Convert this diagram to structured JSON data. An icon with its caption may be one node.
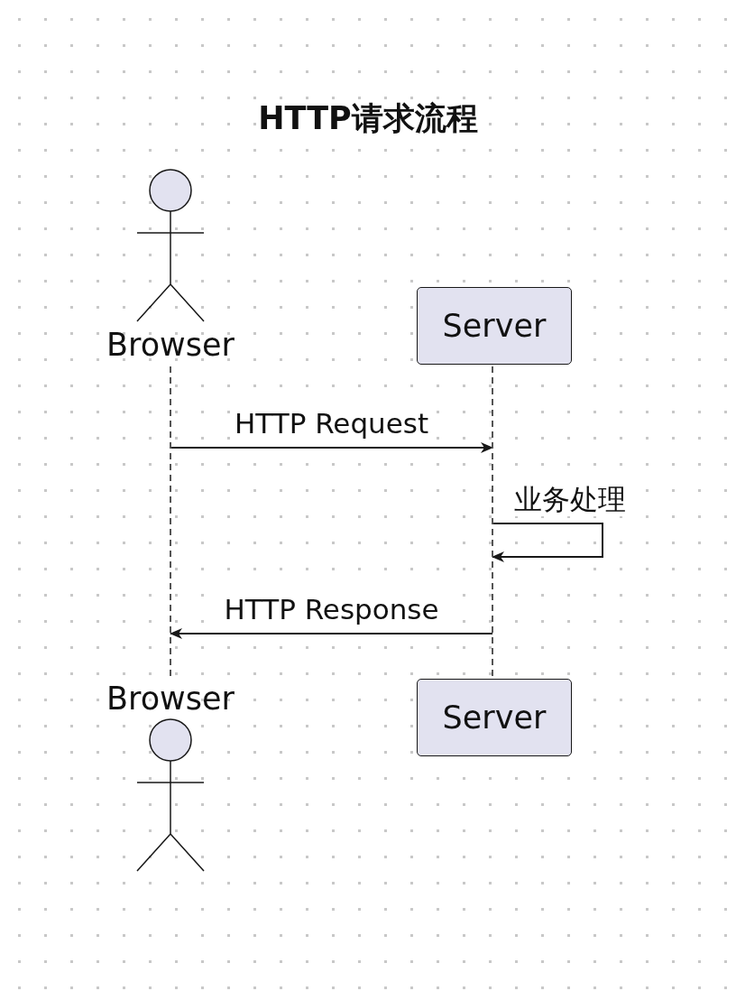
{
  "diagram": {
    "title": "HTTP请求流程",
    "nodes": [
      {
        "text": [
          "Browser"
        ]
      },
      {
        "text": [
          "Server"
        ]
      },
      {
        "text": [],
        "shape": "line"
      },
      {
        "text": [],
        "shape": "line"
      },
      {
        "text": [
          "Browser"
        ]
      },
      {
        "text": [
          "Server"
        ]
      }
    ],
    "edges": [
      {
        "from": 2,
        "to": 3,
        "arrow": "to",
        "label": "HTTP Request"
      },
      {
        "from": 3,
        "to": 3,
        "arrow": "to",
        "label": "业务处理"
      },
      {
        "from": 3,
        "to": 2,
        "arrow": "to",
        "label": "HTTP Response"
      }
    ]
  }
}
